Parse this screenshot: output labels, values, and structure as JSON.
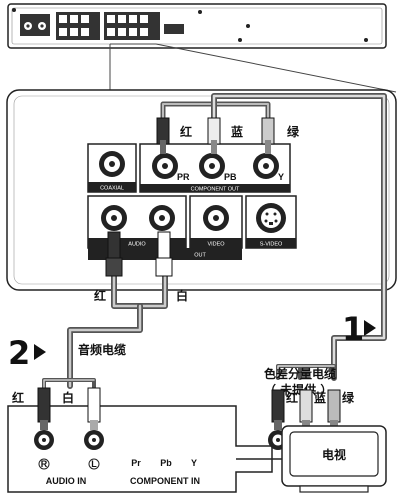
{
  "player_labels": {
    "coaxial": "COAXIAL",
    "component_out": "COMPONENT OUT",
    "pr": "PR",
    "pb": "PB",
    "y": "Y",
    "audio": "AUDIO",
    "video": "VIDEO",
    "s_video": "S-VIDEO",
    "out": "OUT"
  },
  "cable_colors": {
    "top_red": "红",
    "top_blue": "蓝",
    "top_green": "绿",
    "audio_red": "红",
    "audio_white": "白",
    "tv_red": "红",
    "tv_white": "白",
    "tv_comp_red": "红",
    "tv_comp_blue": "蓝",
    "tv_comp_green": "绿"
  },
  "steps": {
    "step2_number": "2",
    "step2_label": "音频电缆",
    "step1_number": "1",
    "step1_label_line1": "色差分量电缆",
    "step1_label_line2": "（ 未提供 ）"
  },
  "tv_labels": {
    "r": "R",
    "l": "L",
    "pr": "Pr",
    "pb": "Pb",
    "y": "Y",
    "audio_in": "AUDIO IN",
    "component_in": "COMPONENT IN",
    "tv": "电视"
  }
}
